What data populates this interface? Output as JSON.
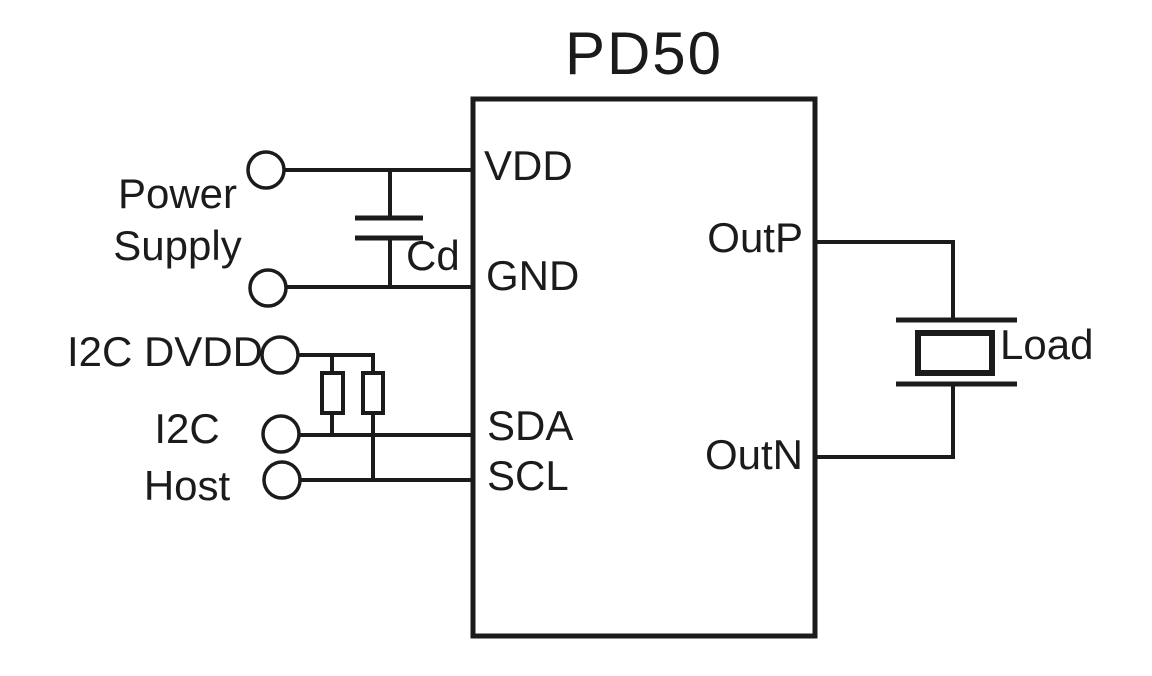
{
  "diagram": {
    "title": "PD50",
    "colors": {
      "line": "#1b1b1b",
      "background": "#ffffff"
    },
    "chip": {
      "label": "PD50",
      "pins": {
        "vdd": "VDD",
        "gnd": "GND",
        "sda": "SDA",
        "scl": "SCL",
        "outp": "OutP",
        "outn": "OutN"
      }
    },
    "external": {
      "power_line1": "Power",
      "power_line2": "Supply",
      "i2c_dvdd": "I2C DVDD",
      "i2c": "I2C",
      "host": "Host",
      "capacitor": "Cd",
      "load": "Load"
    }
  }
}
